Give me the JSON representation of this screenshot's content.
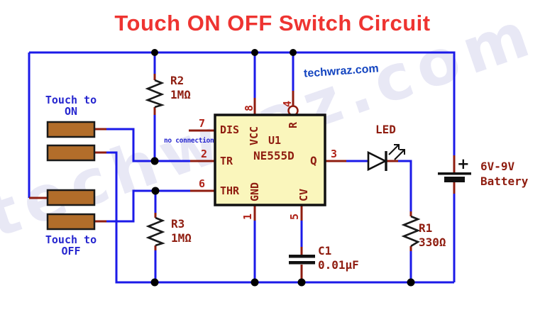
{
  "title": "Touch ON OFF Switch Circuit",
  "website_label": "techwraz.com",
  "watermark_text": "techwraz.com",
  "colors": {
    "title_red": "#ee3431",
    "wire_blue": "#1b1ae8",
    "pin_stub_red": "#8f1d10",
    "pin_number_red": "#b02318",
    "component_label_red": "#8f1d10",
    "annotation_blue": "#2626cf",
    "website_blue": "#1445c0",
    "ic_fill_yellow": "#faf6bc",
    "touch_plate_brown": "#b26d2a",
    "symbol_black": "#111111"
  },
  "ic": {
    "ref": "U1",
    "part": "NE555D",
    "pins": [
      {
        "number": "7",
        "name": "DIS"
      },
      {
        "number": "2",
        "name": "TR"
      },
      {
        "number": "6",
        "name": "THR"
      },
      {
        "number": "8",
        "name": "VCC"
      },
      {
        "number": "4",
        "name": "R"
      },
      {
        "number": "3",
        "name": "Q"
      },
      {
        "number": "1",
        "name": "GND"
      },
      {
        "number": "5",
        "name": "CV"
      }
    ]
  },
  "components": {
    "r2": {
      "ref": "R2",
      "value": "1MΩ"
    },
    "r3": {
      "ref": "R3",
      "value": "1MΩ"
    },
    "r1": {
      "ref": "R1",
      "value": "330Ω"
    },
    "c1": {
      "ref": "C1",
      "value": "0.01µF"
    },
    "led": {
      "label": "LED"
    },
    "battery": {
      "voltage": "6V-9V",
      "label": "Battery",
      "polarity": "+"
    }
  },
  "annotations": {
    "touch_on_line1": "Touch to",
    "touch_on_line2": "ON",
    "touch_off_line1": "Touch to",
    "touch_off_line2": "OFF",
    "no_connection": "no connection"
  }
}
